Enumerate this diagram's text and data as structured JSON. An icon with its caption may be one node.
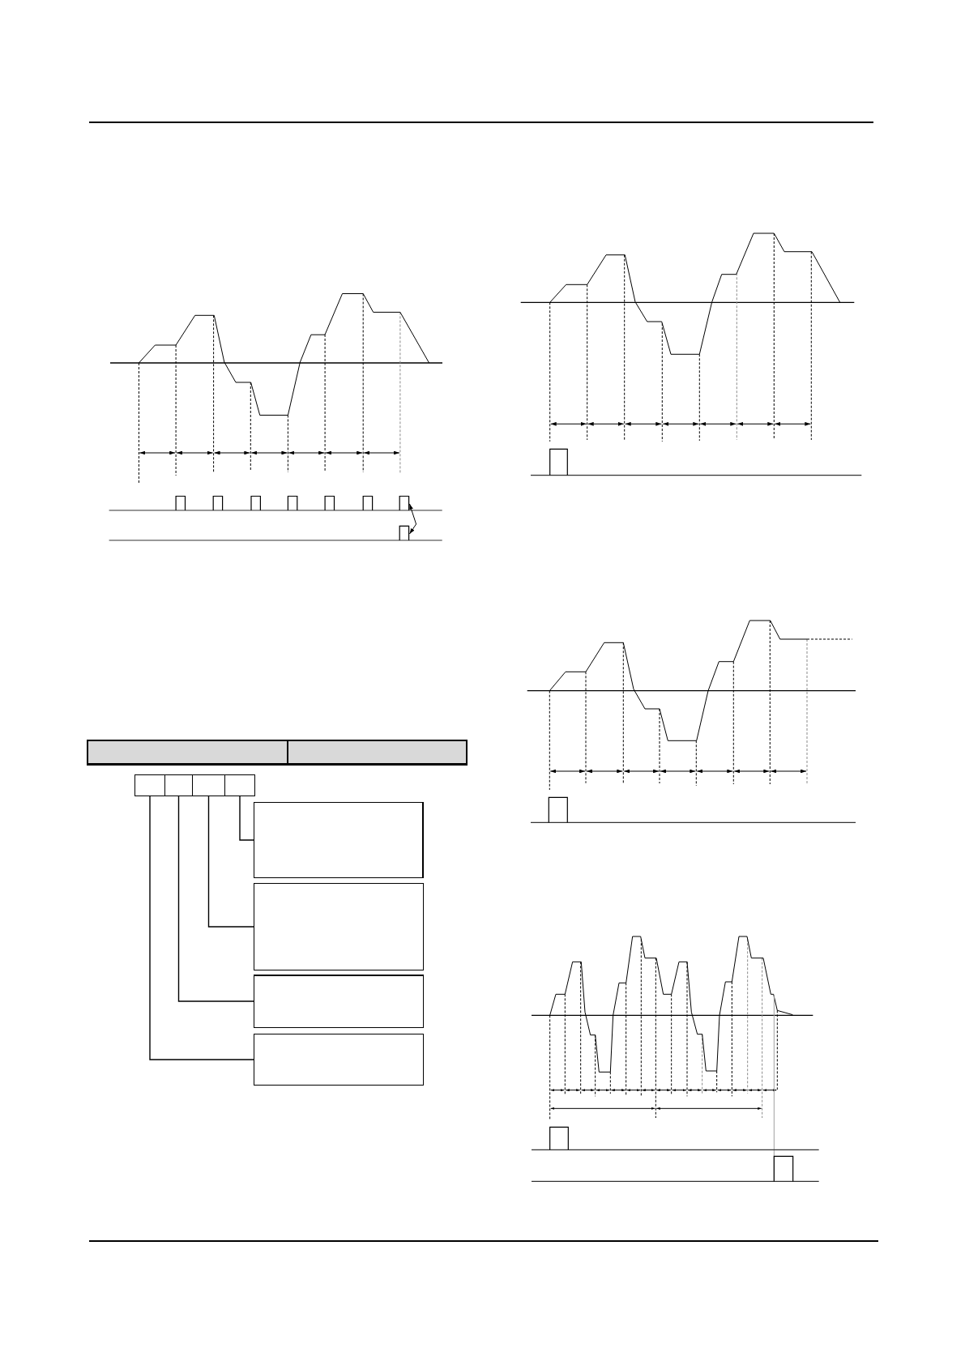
{
  "diagram": {
    "nodes": [
      {
        "text": [],
        "shape": "box"
      },
      {
        "text": [],
        "shape": "box"
      },
      {
        "text": [],
        "shape": "box"
      },
      {
        "text": [],
        "shape": "box"
      },
      {
        "text": [],
        "shape": "box"
      },
      {
        "text": [],
        "shape": "box"
      },
      {
        "text": [],
        "shape": "box"
      },
      {
        "text": [],
        "shape": "box"
      },
      {
        "text": [],
        "shape": "box"
      },
      {
        "text": [],
        "shape": "box"
      }
    ],
    "edges": [
      {
        "from": 2,
        "to": 9,
        "arrow": "none"
      },
      {
        "from": 3,
        "to": 8,
        "arrow": "none"
      },
      {
        "from": 4,
        "to": 7,
        "arrow": "none"
      },
      {
        "from": 5,
        "to": 6,
        "arrow": "none"
      }
    ]
  }
}
